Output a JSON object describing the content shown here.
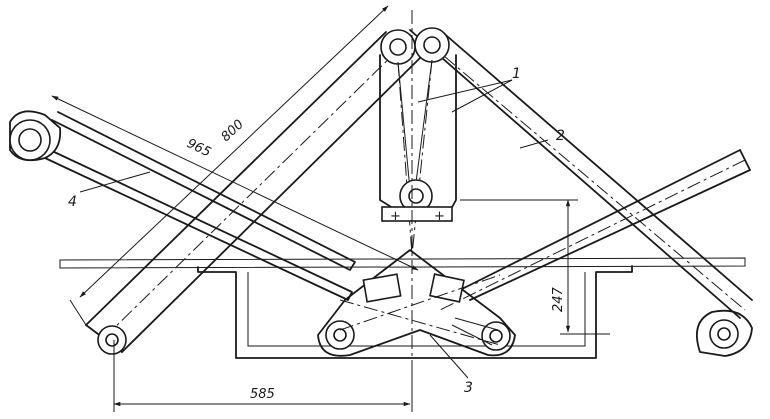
{
  "labels": {
    "part1": "1",
    "part2": "2",
    "part3": "3",
    "part4": "4"
  },
  "dimensions": {
    "d800": "800",
    "d965": "965",
    "d247": "247",
    "d585": "585"
  },
  "colors": {
    "ink": "#1a1a1a",
    "paper": "#ffffff"
  }
}
